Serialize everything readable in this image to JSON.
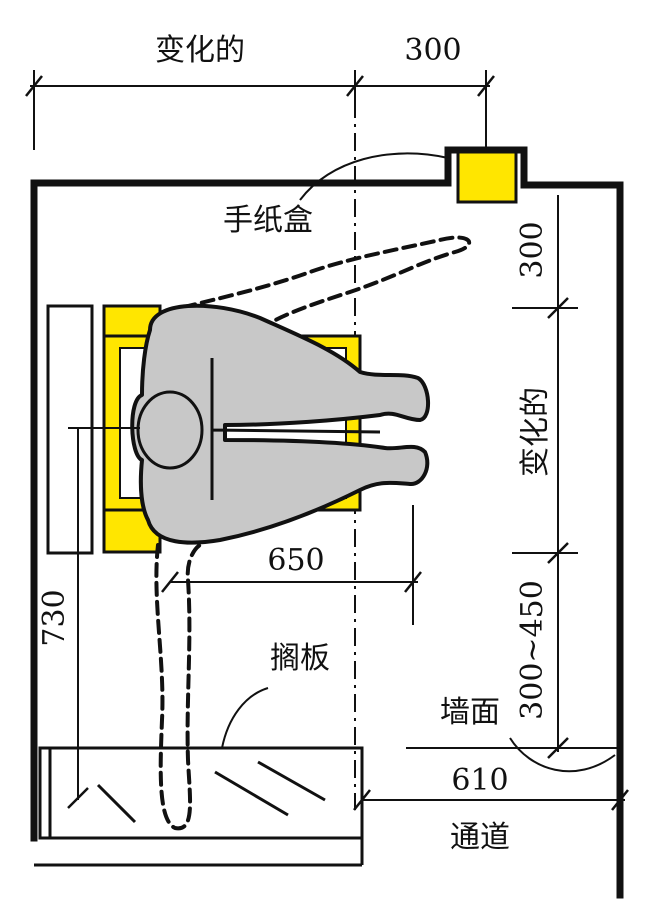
{
  "labels": {
    "top_variable": "变化的",
    "top_300": "300",
    "paper_box": "手纸盒",
    "right_300": "300",
    "right_variable": "变化的",
    "right_range": "300~450",
    "dim_650": "650",
    "dim_730": "730",
    "shelf": "搁板",
    "wall_face": "墙面",
    "dim_610": "610",
    "aisle": "通道"
  },
  "colors": {
    "fixture_yellow": "#ffe600",
    "person_gray": "#c8c8c8",
    "line": "#111111"
  }
}
